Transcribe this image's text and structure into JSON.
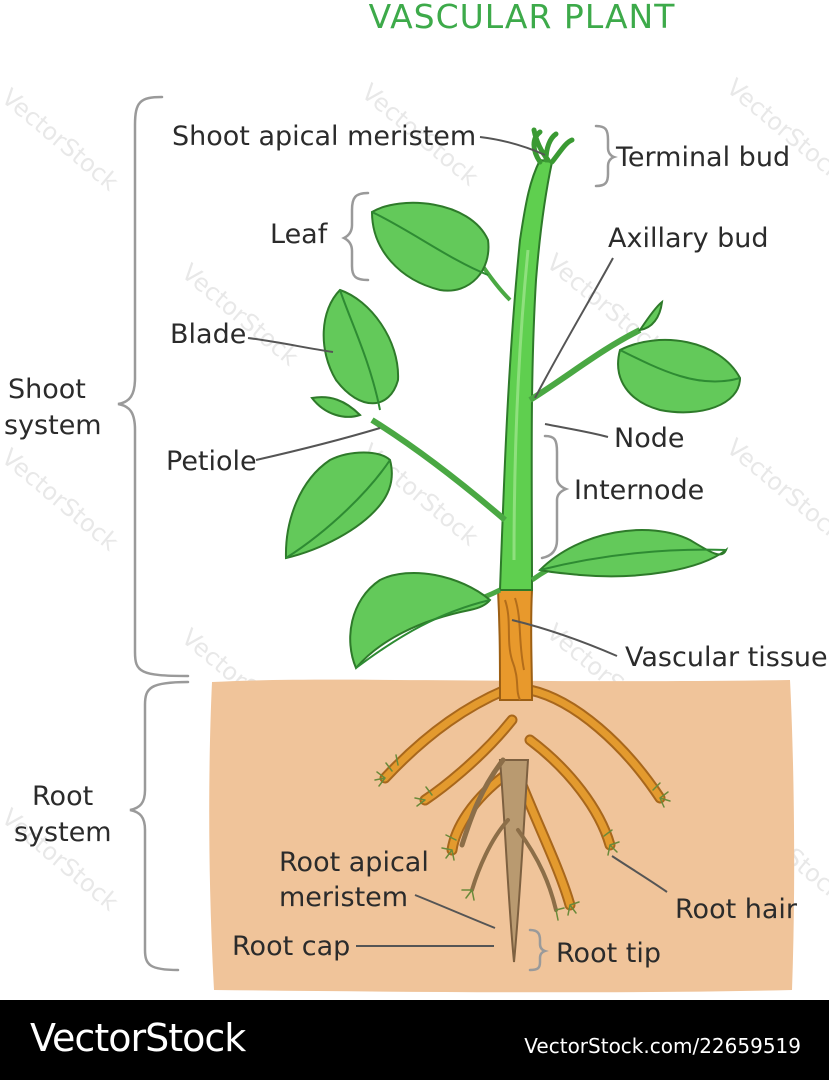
{
  "title": "VASCULAR PLANT",
  "labels": {
    "shoot_apical_meristem": "Shoot apical meristem",
    "terminal_bud": "Terminal bud",
    "leaf": "Leaf",
    "axillary_bud": "Axillary bud",
    "blade": "Blade",
    "shoot_system_line1": "Shoot",
    "shoot_system_line2": "system",
    "node": "Node",
    "petiole": "Petiole",
    "internode": "Internode",
    "vascular_tissue": "Vascular tissue",
    "root_system_line1": "Root",
    "root_system_line2": "system",
    "root_apical_meristem_line1": "Root apical",
    "root_apical_meristem_line2": "meristem",
    "root_hair": "Root hair",
    "root_cap": "Root cap",
    "root_tip": "Root tip"
  },
  "watermark": "VectorStock",
  "footer": {
    "logo": "VectorStock",
    "image_id": "VectorStock.com/22659519"
  },
  "colors": {
    "title": "#3daa4a",
    "stem": "#5fcf4f",
    "leaf": "#63c95a",
    "leaf_vein": "#2e8b33",
    "soil": "#f0c49a",
    "root": "#e39a2e",
    "root_tip": "#b99a70",
    "label": "#2b2b2b",
    "bracket": "#9a9a9a"
  }
}
